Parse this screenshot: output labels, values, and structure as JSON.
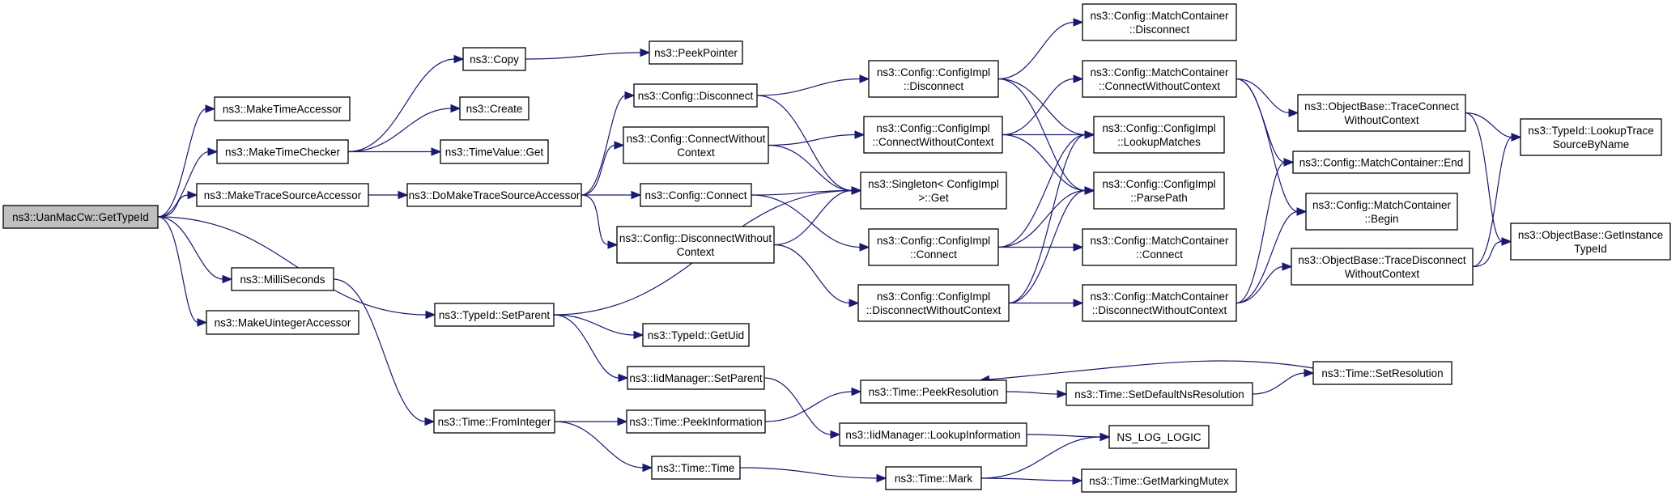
{
  "graph": {
    "title": "Call graph of ns3::UanMacCw::GetTypeId",
    "colors": {
      "edge": "#191970",
      "root_fill": "#bfbfbf",
      "node_fill": "#ffffff",
      "border": "#000000"
    },
    "nodes": [
      {
        "id": "root",
        "lines": [
          "ns3::UanMacCw::GetTypeId"
        ],
        "root": true
      },
      {
        "id": "mta",
        "lines": [
          "ns3::MakeTimeAccessor"
        ]
      },
      {
        "id": "mtc",
        "lines": [
          "ns3::MakeTimeChecker"
        ]
      },
      {
        "id": "mtsa",
        "lines": [
          "ns3::MakeTraceSourceAccessor"
        ]
      },
      {
        "id": "ms",
        "lines": [
          "ns3::MilliSeconds"
        ]
      },
      {
        "id": "mua",
        "lines": [
          "ns3::MakeUintegerAccessor"
        ]
      },
      {
        "id": "copy",
        "lines": [
          "ns3::Copy"
        ]
      },
      {
        "id": "create",
        "lines": [
          "ns3::Create"
        ]
      },
      {
        "id": "tvget",
        "lines": [
          "ns3::TimeValue::Get"
        ]
      },
      {
        "id": "dmtsa",
        "lines": [
          "ns3::DoMakeTraceSourceAccessor"
        ]
      },
      {
        "id": "tsp",
        "lines": [
          "ns3::TypeId::SetParent"
        ]
      },
      {
        "id": "tfi",
        "lines": [
          "ns3::Time::FromInteger"
        ]
      },
      {
        "id": "peekptr",
        "lines": [
          "ns3::PeekPointer"
        ]
      },
      {
        "id": "cdisc",
        "lines": [
          "ns3::Config::Disconnect"
        ]
      },
      {
        "id": "cconwo",
        "lines": [
          "ns3::Config::ConnectWithout",
          "Context"
        ]
      },
      {
        "id": "ccon",
        "lines": [
          "ns3::Config::Connect"
        ]
      },
      {
        "id": "cdiscwo",
        "lines": [
          "ns3::Config::DisconnectWithout",
          "Context"
        ]
      },
      {
        "id": "tgetuid",
        "lines": [
          "ns3::TypeId::GetUid"
        ]
      },
      {
        "id": "iidsp",
        "lines": [
          "ns3::IidManager::SetParent"
        ]
      },
      {
        "id": "tpi",
        "lines": [
          "ns3::Time::PeekInformation"
        ]
      },
      {
        "id": "ttime",
        "lines": [
          "ns3::Time::Time"
        ]
      },
      {
        "id": "cidisc",
        "lines": [
          "ns3::Config::ConfigImpl",
          "::Disconnect"
        ]
      },
      {
        "id": "ciconwo",
        "lines": [
          "ns3::Config::ConfigImpl",
          "::ConnectWithoutContext"
        ]
      },
      {
        "id": "singleton",
        "lines": [
          "ns3::Singleton< ConfigImpl",
          ">::Get"
        ]
      },
      {
        "id": "cicon",
        "lines": [
          "ns3::Config::ConfigImpl",
          "::Connect"
        ]
      },
      {
        "id": "cidiscwo",
        "lines": [
          "ns3::Config::ConfigImpl",
          "::DisconnectWithoutContext"
        ]
      },
      {
        "id": "tpr",
        "lines": [
          "ns3::Time::PeekResolution"
        ]
      },
      {
        "id": "iidli",
        "lines": [
          "ns3::IidManager::LookupInformation"
        ]
      },
      {
        "id": "tmark",
        "lines": [
          "ns3::Time::Mark"
        ]
      },
      {
        "id": "mcdisc",
        "lines": [
          "ns3::Config::MatchContainer",
          "::Disconnect"
        ]
      },
      {
        "id": "mcconwo",
        "lines": [
          "ns3::Config::MatchContainer",
          "::ConnectWithoutContext"
        ]
      },
      {
        "id": "lookup",
        "lines": [
          "ns3::Config::ConfigImpl",
          "::LookupMatches"
        ]
      },
      {
        "id": "parse",
        "lines": [
          "ns3::Config::ConfigImpl",
          "::ParsePath"
        ]
      },
      {
        "id": "mccon",
        "lines": [
          "ns3::Config::MatchContainer",
          "::Connect"
        ]
      },
      {
        "id": "mcdiscwo",
        "lines": [
          "ns3::Config::MatchContainer",
          "::DisconnectWithoutContext"
        ]
      },
      {
        "id": "tsdnr",
        "lines": [
          "ns3::Time::SetDefaultNsResolution"
        ]
      },
      {
        "id": "nslog",
        "lines": [
          "NS_LOG_LOGIC"
        ]
      },
      {
        "id": "tgmm",
        "lines": [
          "ns3::Time::GetMarkingMutex"
        ]
      },
      {
        "id": "obtcwo",
        "lines": [
          "ns3::ObjectBase::TraceConnect",
          "WithoutContext"
        ]
      },
      {
        "id": "mcend",
        "lines": [
          "ns3::Config::MatchContainer::End"
        ]
      },
      {
        "id": "mcbegin",
        "lines": [
          "ns3::Config::MatchContainer",
          "::Begin"
        ]
      },
      {
        "id": "obtdwo",
        "lines": [
          "ns3::ObjectBase::TraceDisconnect",
          "WithoutContext"
        ]
      },
      {
        "id": "tsr",
        "lines": [
          "ns3::Time::SetResolution"
        ]
      },
      {
        "id": "tltsbn",
        "lines": [
          "ns3::TypeId::LookupTrace",
          "SourceByName"
        ]
      },
      {
        "id": "obgit",
        "lines": [
          "ns3::ObjectBase::GetInstance",
          "TypeId"
        ]
      }
    ],
    "edges": [
      [
        "root",
        "mta"
      ],
      [
        "root",
        "mtc"
      ],
      [
        "root",
        "mtsa"
      ],
      [
        "root",
        "ms"
      ],
      [
        "root",
        "mua"
      ],
      [
        "root",
        "tsp"
      ],
      [
        "mtc",
        "copy"
      ],
      [
        "mtc",
        "create"
      ],
      [
        "mtc",
        "tvget"
      ],
      [
        "copy",
        "peekptr"
      ],
      [
        "mtsa",
        "dmtsa"
      ],
      [
        "dmtsa",
        "cdisc"
      ],
      [
        "dmtsa",
        "cconwo"
      ],
      [
        "dmtsa",
        "ccon"
      ],
      [
        "dmtsa",
        "cdiscwo"
      ],
      [
        "ms",
        "tfi"
      ],
      [
        "tsp",
        "singleton"
      ],
      [
        "tsp",
        "tgetuid"
      ],
      [
        "tsp",
        "iidsp"
      ],
      [
        "tfi",
        "tpi"
      ],
      [
        "tfi",
        "ttime"
      ],
      [
        "cdisc",
        "cidisc"
      ],
      [
        "cdisc",
        "singleton"
      ],
      [
        "cconwo",
        "ciconwo"
      ],
      [
        "cconwo",
        "singleton"
      ],
      [
        "ccon",
        "singleton"
      ],
      [
        "ccon",
        "cicon"
      ],
      [
        "cdiscwo",
        "singleton"
      ],
      [
        "cdiscwo",
        "cidiscwo"
      ],
      [
        "iidsp",
        "iidli"
      ],
      [
        "tpi",
        "tpr"
      ],
      [
        "ttime",
        "tmark"
      ],
      [
        "cidisc",
        "mcdisc"
      ],
      [
        "cidisc",
        "lookup"
      ],
      [
        "cidisc",
        "parse"
      ],
      [
        "ciconwo",
        "mcconwo"
      ],
      [
        "ciconwo",
        "lookup"
      ],
      [
        "ciconwo",
        "parse"
      ],
      [
        "cicon",
        "lookup"
      ],
      [
        "cicon",
        "parse"
      ],
      [
        "cicon",
        "mccon"
      ],
      [
        "cidiscwo",
        "lookup"
      ],
      [
        "cidiscwo",
        "parse"
      ],
      [
        "cidiscwo",
        "mcdiscwo"
      ],
      [
        "tpr",
        "tsdnr"
      ],
      [
        "iidli",
        "nslog"
      ],
      [
        "tmark",
        "nslog"
      ],
      [
        "tmark",
        "tgmm"
      ],
      [
        "mcconwo",
        "obtcwo"
      ],
      [
        "mcconwo",
        "mcend"
      ],
      [
        "mcconwo",
        "mcbegin"
      ],
      [
        "mcdiscwo",
        "mcend"
      ],
      [
        "mcdiscwo",
        "mcbegin"
      ],
      [
        "mcdiscwo",
        "obtdwo"
      ],
      [
        "tsdnr",
        "tsr"
      ],
      [
        "tsr",
        "tpr"
      ],
      [
        "obtcwo",
        "tltsbn"
      ],
      [
        "obtcwo",
        "obgit"
      ],
      [
        "obtdwo",
        "tltsbn"
      ],
      [
        "obtdwo",
        "obgit"
      ]
    ]
  }
}
